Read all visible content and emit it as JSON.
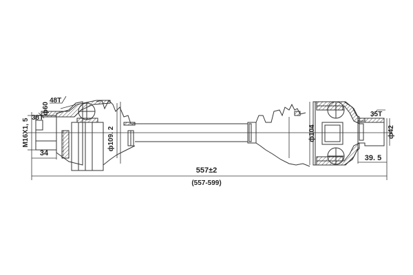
{
  "drawing": {
    "title": "CV drive shaft technical drawing",
    "line_color": "#333333",
    "background": "#ffffff",
    "dimensions": {
      "overall_length": "557±2",
      "length_range": "(557-599)",
      "left_thread": "M16X1, 5",
      "left_stub_length": "34",
      "left_spline_teeth": "38T",
      "abs_ring_teeth": "48T",
      "abs_ring_diameter": "ф60",
      "left_boot_diameter": "ф109. 2",
      "right_joint_diameter": "ф104",
      "right_spline_teeth": "35T",
      "right_stub_diameter": "ф42",
      "right_stub_length": "39. 5"
    }
  }
}
